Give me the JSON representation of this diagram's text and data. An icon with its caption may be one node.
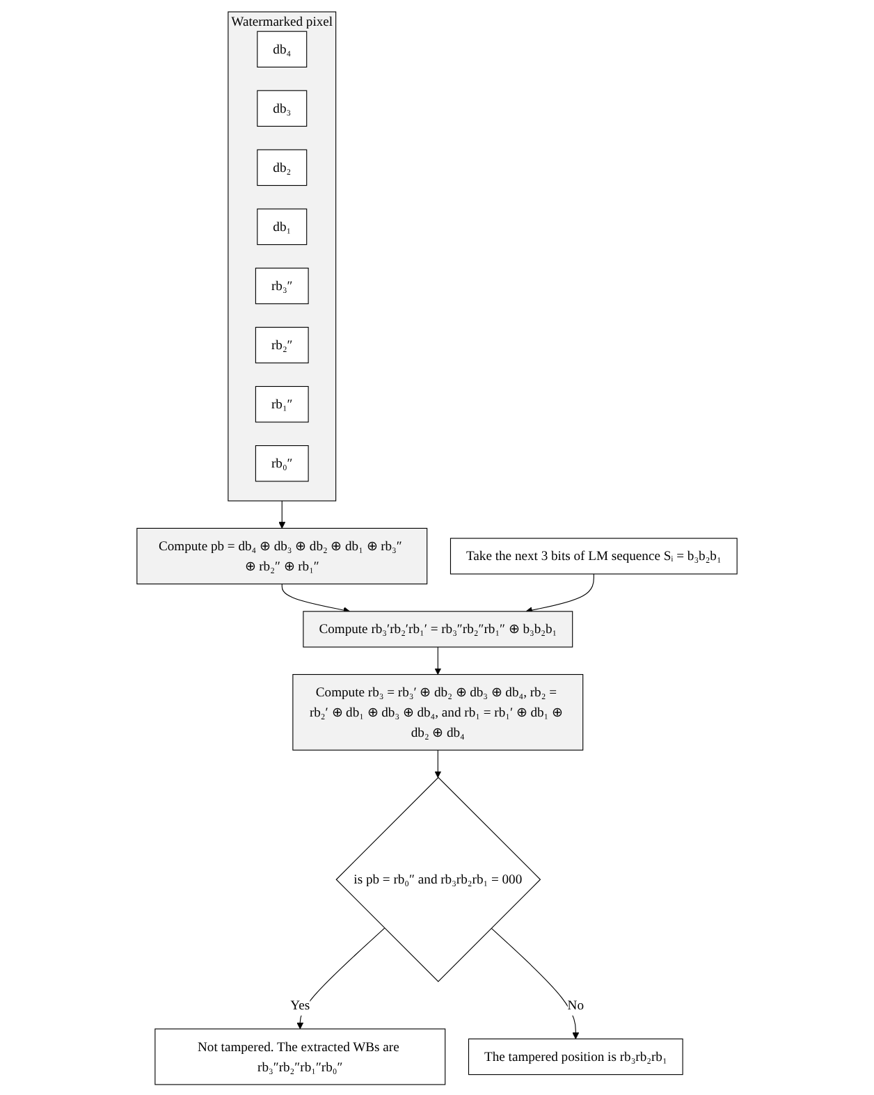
{
  "diagram": {
    "nodes": [
      {
        "text": [
          "Watermarked pixel"
        ]
      },
      {
        "text": [
          "db₄"
        ],
        "in": 0
      },
      {
        "text": [
          "db₃"
        ],
        "in": 0
      },
      {
        "text": [
          "db₂"
        ],
        "in": 0
      },
      {
        "text": [
          "db₁"
        ],
        "in": 0
      },
      {
        "text": [
          "rb₃″"
        ],
        "in": 0
      },
      {
        "text": [
          "rb₂″"
        ],
        "in": 0
      },
      {
        "text": [
          "rb₁″"
        ],
        "in": 0
      },
      {
        "text": [
          "rb₀″"
        ],
        "in": 0
      },
      {
        "text": [
          "Compute pb = db₄ ⊕ db₃ ⊕ db₂ ⊕ db₁ ⊕ rb₃″ ⊕ rb₂″ ⊕ rb₁″"
        ]
      },
      {
        "text": [
          "Compute rb₃′rb₂′rb₁′ = rb₃″rb₂″rb₁″ ⊕ b₃b₂b₁"
        ]
      },
      {
        "text": [
          "Take the next 3 bits of LM sequence Sᵢ = b₃b₂b₁"
        ]
      },
      {
        "text": [
          "Compute rb₃ = rb₃′ ⊕ db₂ ⊕ db₃ ⊕ db₄, rb₂ = rb₂′ ⊕ db₁ ⊕ db₃ ⊕ db₄, and rb₁ = rb₁′ ⊕ db₁ ⊕ db₂ ⊕ db₄"
        ]
      },
      {
        "text": [
          "is pb = rb₀″ and rb₃rb₂rb₁ = 000"
        ]
      },
      {
        "text": [
          "Not tampered. The extracted WBs are rb₃″rb₂″rb₁″rb₀″"
        ]
      },
      {
        "text": [
          "The tampered position is rb₃rb₂rb₁"
        ]
      }
    ],
    "edges": [
      {
        "from": 0,
        "to": 9,
        "arrow": "to"
      },
      {
        "from": 9,
        "to": 10,
        "arrow": "to"
      },
      {
        "from": 11,
        "to": 10,
        "arrow": "to"
      },
      {
        "from": 10,
        "to": 12,
        "arrow": "to"
      },
      {
        "from": 12,
        "to": 13,
        "arrow": "to"
      },
      {
        "from": 13,
        "to": 14,
        "label": "Yes",
        "arrow": "to"
      },
      {
        "from": 13,
        "to": 15,
        "label": "No",
        "arrow": "to"
      }
    ]
  }
}
